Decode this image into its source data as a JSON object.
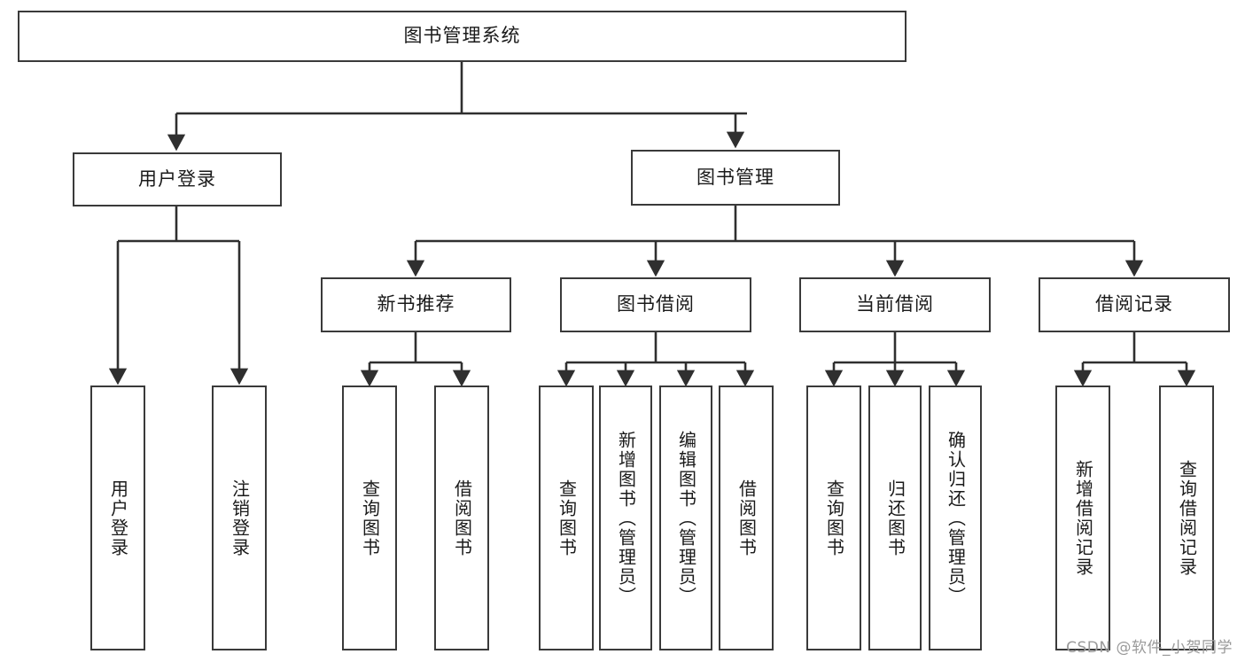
{
  "diagram": {
    "title": "图书管理系统",
    "type": "hierarchy-tree",
    "watermark": "CSDN @软件_小贺同学",
    "colors": {
      "box_border": "#3a3a3a",
      "box_fill": "#ffffff",
      "edge": "#2f2f2f",
      "text": "#1a1a1a",
      "watermark": "#9a9a9a"
    },
    "nodes": {
      "root": {
        "label": "图书管理系统"
      },
      "level1": [
        {
          "id": "user-login",
          "label": "用户登录"
        },
        {
          "id": "book-manage",
          "label": "图书管理"
        }
      ],
      "level2": [
        {
          "id": "new-book-rec",
          "label": "新书推荐"
        },
        {
          "id": "book-borrow",
          "label": "图书借阅"
        },
        {
          "id": "current-borrow",
          "label": "当前借阅"
        },
        {
          "id": "borrow-record",
          "label": "借阅记录"
        }
      ],
      "leaves": [
        {
          "id": "leaf-user-login",
          "label": "用户登录"
        },
        {
          "id": "leaf-logout",
          "label": "注销登录"
        },
        {
          "id": "leaf-query-book-1",
          "label": "查询图书"
        },
        {
          "id": "leaf-borrow-book-1",
          "label": "借阅图书"
        },
        {
          "id": "leaf-query-book-2",
          "label": "查询图书"
        },
        {
          "id": "leaf-add-book",
          "label": "新增图书（管理员）"
        },
        {
          "id": "leaf-edit-book",
          "label": "编辑图书（管理员）"
        },
        {
          "id": "leaf-borrow-book-2",
          "label": "借阅图书"
        },
        {
          "id": "leaf-query-book-3",
          "label": "查询图书"
        },
        {
          "id": "leaf-return-book",
          "label": "归还图书"
        },
        {
          "id": "leaf-confirm-return",
          "label": "确认归还（管理员）"
        },
        {
          "id": "leaf-add-record",
          "label": "新增借阅记录"
        },
        {
          "id": "leaf-query-record",
          "label": "查询借阅记录"
        }
      ]
    }
  }
}
